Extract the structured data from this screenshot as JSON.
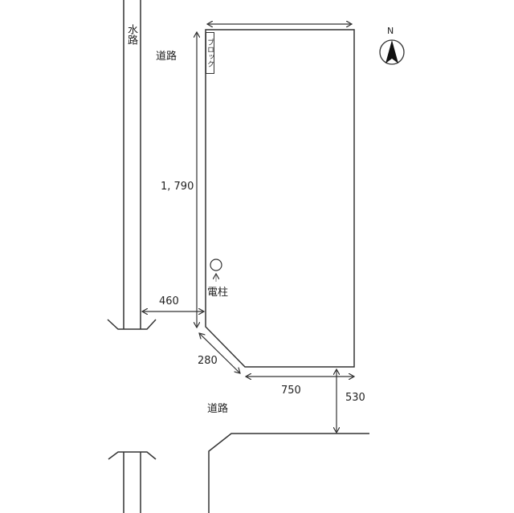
{
  "labels": {
    "waterway": "水路",
    "road_top": "道路",
    "road_bottom": "道路",
    "block": "ブロック",
    "utility_pole": "電柱",
    "north": "N"
  },
  "dimensions": {
    "left_side": "1, 790",
    "waterway_gap": "460",
    "corner_cut": "280",
    "bottom_side": "750",
    "road_width": "530"
  }
}
